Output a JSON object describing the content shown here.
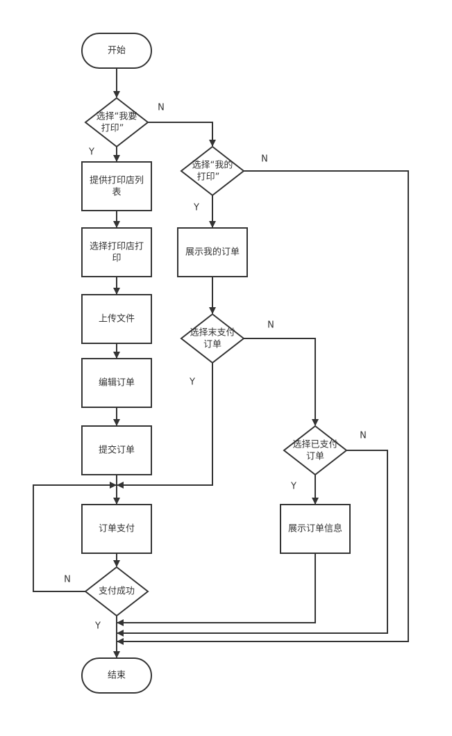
{
  "nodes": {
    "start": "开始",
    "d1": [
      "选择“我要",
      "打印”"
    ],
    "list": [
      "提供打印店列",
      "表"
    ],
    "choose_shop": [
      "选择打印店打",
      "印"
    ],
    "upload": "上传文件",
    "edit": "编辑订单",
    "submit": "提交订单",
    "pay": "订单支付",
    "d5": "支付成功",
    "end": "结束",
    "d2": [
      "选择“我的",
      "打印”"
    ],
    "my_orders": "展示我的订单",
    "d3": [
      "选择末支付",
      "订单"
    ],
    "d4": [
      "选择已支付",
      "订单"
    ],
    "order_info": "展示订单信息"
  },
  "edge_labels": {
    "d1_n": "N",
    "d1_y": "Y",
    "d2_n": "N",
    "d2_y": "Y",
    "d3_n": "N",
    "d3_y": "Y",
    "d4_n": "N",
    "d4_y": "Y",
    "d5_n": "N",
    "d5_y": "Y"
  }
}
